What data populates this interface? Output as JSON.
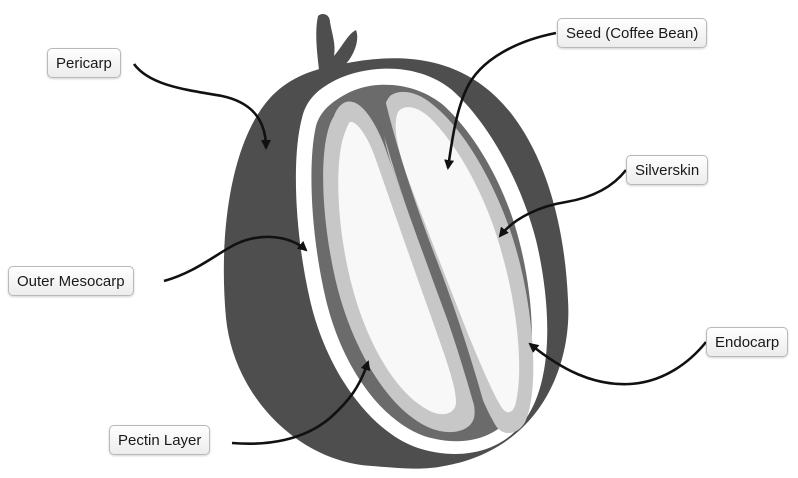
{
  "labels": {
    "pericarp": "Pericarp",
    "seed": "Seed (Coffee Bean)",
    "silverskin": "Silverskin",
    "outer_mesocarp": "Outer Mesocarp",
    "endocarp": "Endocarp",
    "pectin_layer": "Pectin Layer"
  },
  "colors": {
    "pericarp": "#4e4e4e",
    "mucilage": "#ffffff",
    "parchment": "#6b6b6b",
    "silverskin": "#c7c7c7",
    "bean": "#f8f8f8",
    "arrow": "#111111"
  }
}
